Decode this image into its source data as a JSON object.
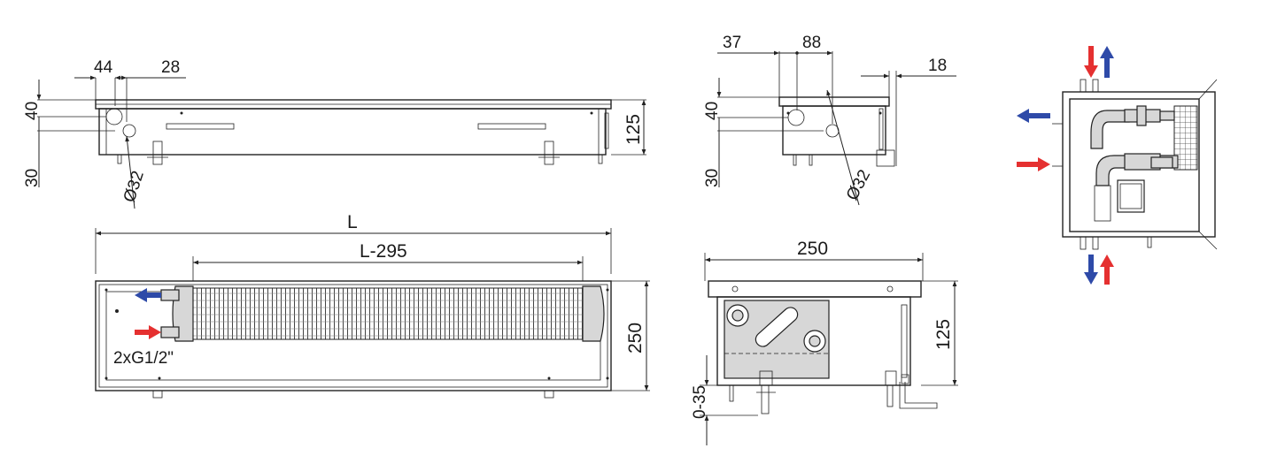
{
  "dimensions": {
    "side_left": {
      "pipe_offset": "44",
      "pipe_gap": "28",
      "upper_height": "40",
      "lower_height": "30",
      "total_height": "125",
      "pipe_diameter": "Ø32"
    },
    "side_right": {
      "pipe_offset": "37",
      "pipe_gap": "88",
      "edge_offset": "18",
      "upper_height": "40",
      "lower_height": "30",
      "pipe_diameter": "Ø32"
    },
    "plan": {
      "length": "L",
      "coil_length": "L-295",
      "width": "250",
      "connection": "2xG1/2\""
    },
    "section": {
      "width": "250",
      "height": "125",
      "adjust": "0-35"
    }
  },
  "colors": {
    "flow_out": "#2e4aa8",
    "flow_in": "#e53030",
    "line": "#222222",
    "panel": "#d7d7d7"
  },
  "icons": [
    "arrow-left-icon",
    "arrow-right-icon",
    "arrow-up-icon",
    "arrow-down-icon"
  ]
}
